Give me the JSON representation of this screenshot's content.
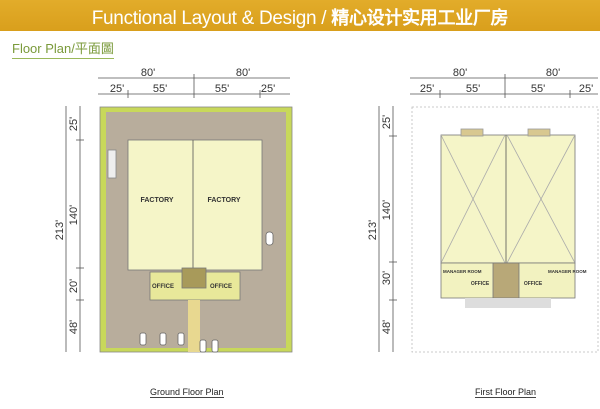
{
  "header": {
    "title_en": "Functional Layout & Design /",
    "title_zh": "精心设计实用工业厂房"
  },
  "section_title": "Floor Plan/平面圖",
  "ground_floor": {
    "caption": "Ground Floor Plan",
    "top_dims": {
      "halves": [
        "80'",
        "80'"
      ],
      "parts": [
        "25'",
        "55'",
        "55'",
        "25'"
      ]
    },
    "side_dims": {
      "total": "213'",
      "parts": [
        "25'",
        "140'",
        "20'",
        "48'"
      ]
    },
    "rooms": [
      "FACTORY",
      "FACTORY",
      "OFFICE",
      "OFFICE"
    ]
  },
  "first_floor": {
    "caption": "First Floor Plan",
    "top_dims": {
      "halves": [
        "80'",
        "80'"
      ],
      "parts": [
        "25'",
        "55'",
        "55'",
        "25'"
      ]
    },
    "side_dims": {
      "total": "213'",
      "parts": [
        "25'",
        "140'",
        "30'",
        "48'"
      ]
    },
    "rooms": [
      "MANAGER ROOM",
      "OFFICE",
      "OFFICE",
      "MANAGER ROOM"
    ]
  },
  "colors": {
    "header": "#dea424",
    "accent_green": "#7a9a3a",
    "factory": "#f5f5c8",
    "road": "#b8ad9c",
    "lawn": "#c8d85a"
  }
}
